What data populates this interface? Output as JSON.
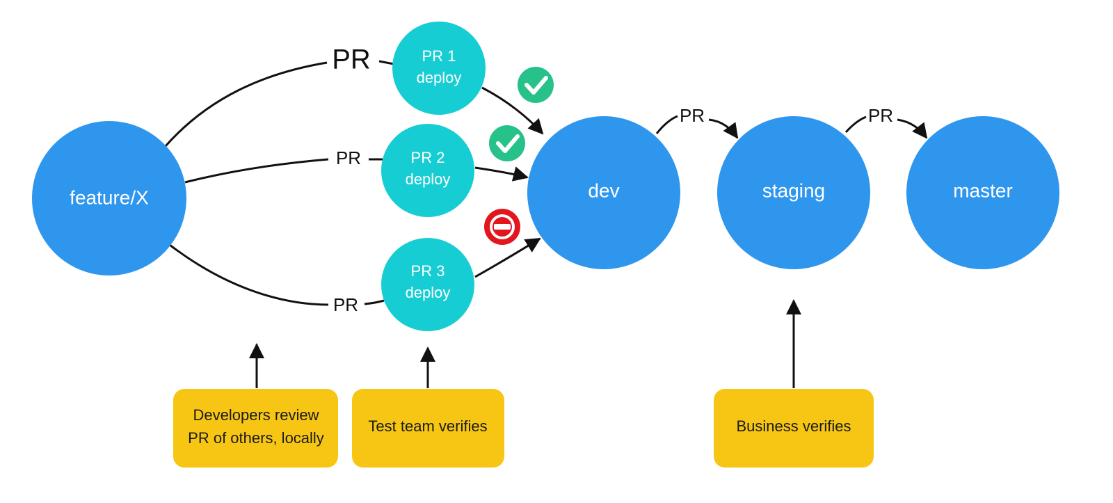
{
  "nodes": {
    "feature": {
      "label": "feature/X",
      "color": "#2f96ee"
    },
    "dev": {
      "label": "dev",
      "color": "#2f96ee"
    },
    "staging": {
      "label": "staging",
      "color": "#2f96ee"
    },
    "master": {
      "label": "master",
      "color": "#2f96ee"
    }
  },
  "deploys": [
    {
      "line1": "PR 1",
      "line2": "deploy",
      "color": "#16cdd3",
      "status": "check-icon"
    },
    {
      "line1": "PR 2",
      "line2": "deploy",
      "color": "#16cdd3",
      "status": "check-icon"
    },
    {
      "line1": "PR 3",
      "line2": "deploy",
      "color": "#16cdd3",
      "status": "blocked-icon"
    }
  ],
  "edge_labels": {
    "pr_top": "PR",
    "pr_mid": "PR",
    "pr_bottom": "PR",
    "pr_dev_staging": "PR",
    "pr_staging_master": "PR"
  },
  "notes": [
    {
      "line1": "Developers review",
      "line2": "PR of others, locally",
      "color": "#f7c614"
    },
    {
      "line1": "Test team verifies",
      "color": "#f7c614"
    },
    {
      "line1": "Business verifies",
      "color": "#f7c614"
    }
  ],
  "status_colors": {
    "ok": "#27c18a",
    "blocked": "#e3151d"
  }
}
